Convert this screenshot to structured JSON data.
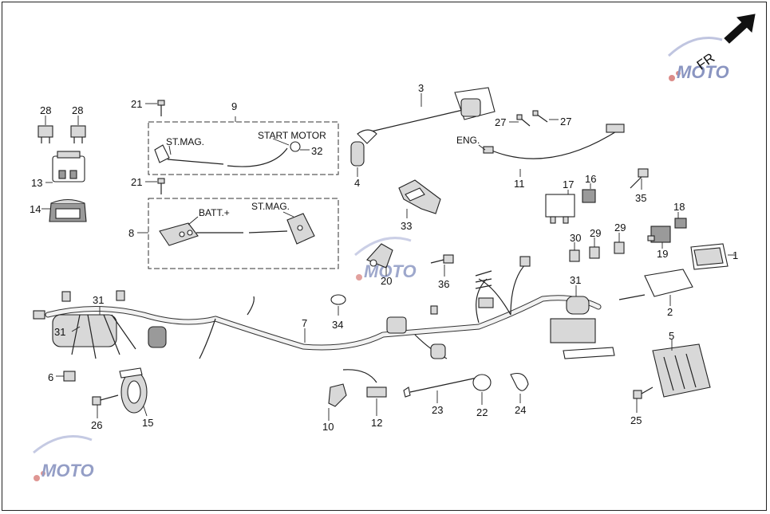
{
  "diagram": {
    "direction_label": "FR",
    "callouts": [
      {
        "id": "c1",
        "text": "1"
      },
      {
        "id": "c2",
        "text": "2"
      },
      {
        "id": "c3",
        "text": "3"
      },
      {
        "id": "c4",
        "text": "4"
      },
      {
        "id": "c5",
        "text": "5"
      },
      {
        "id": "c6",
        "text": "6"
      },
      {
        "id": "c7",
        "text": "7"
      },
      {
        "id": "c8",
        "text": "8"
      },
      {
        "id": "c9",
        "text": "9"
      },
      {
        "id": "c10",
        "text": "10"
      },
      {
        "id": "c11",
        "text": "11"
      },
      {
        "id": "c12",
        "text": "12"
      },
      {
        "id": "c13",
        "text": "13"
      },
      {
        "id": "c14",
        "text": "14"
      },
      {
        "id": "c15",
        "text": "15"
      },
      {
        "id": "c16",
        "text": "16"
      },
      {
        "id": "c17",
        "text": "17"
      },
      {
        "id": "c18",
        "text": "18"
      },
      {
        "id": "c19",
        "text": "19"
      },
      {
        "id": "c20",
        "text": "20"
      },
      {
        "id": "c21a",
        "text": "21"
      },
      {
        "id": "c21b",
        "text": "21"
      },
      {
        "id": "c22",
        "text": "22"
      },
      {
        "id": "c23",
        "text": "23"
      },
      {
        "id": "c24",
        "text": "24"
      },
      {
        "id": "c25",
        "text": "25"
      },
      {
        "id": "c26",
        "text": "26"
      },
      {
        "id": "c27a",
        "text": "27"
      },
      {
        "id": "c27b",
        "text": "27"
      },
      {
        "id": "c28a",
        "text": "28"
      },
      {
        "id": "c28b",
        "text": "28"
      },
      {
        "id": "c29a",
        "text": "29"
      },
      {
        "id": "c29b",
        "text": "29"
      },
      {
        "id": "c30",
        "text": "30"
      },
      {
        "id": "c31a",
        "text": "31"
      },
      {
        "id": "c31b",
        "text": "31"
      },
      {
        "id": "c31c",
        "text": "31"
      },
      {
        "id": "c32",
        "text": "32"
      },
      {
        "id": "c33",
        "text": "33"
      },
      {
        "id": "c34",
        "text": "34"
      },
      {
        "id": "c35",
        "text": "35"
      },
      {
        "id": "c36",
        "text": "36"
      }
    ],
    "labels": {
      "st_mag_top": "ST.MAG.",
      "start_motor": "START MOTOR",
      "batt_plus": "BATT.+",
      "st_mag_bottom": "ST.MAG.",
      "eng": "ENG."
    },
    "watermark_text": "MOTO",
    "colors": {
      "line": "#222222",
      "fill_grey": "#d8d8d8",
      "watermark_blue": "#2b3f8f",
      "watermark_red": "#c0302a"
    }
  }
}
